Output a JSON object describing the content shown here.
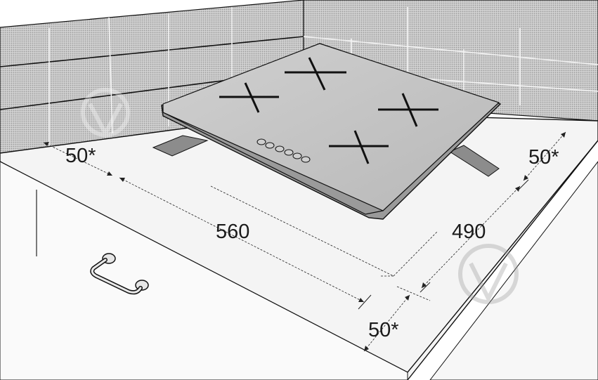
{
  "diagram": {
    "dimensions": {
      "left_clearance": "50*",
      "right_clearance": "50*",
      "front_clearance": "50*",
      "cutout_width": "560",
      "cutout_depth": "490"
    },
    "hob": {
      "cooking_zones": 4,
      "control_buttons": 6
    },
    "colors": {
      "tile_wall": "#c9c9c9",
      "countertop": "#f4f4f4",
      "hob_glass": "#c3c3c3",
      "outline": "#111111"
    }
  }
}
